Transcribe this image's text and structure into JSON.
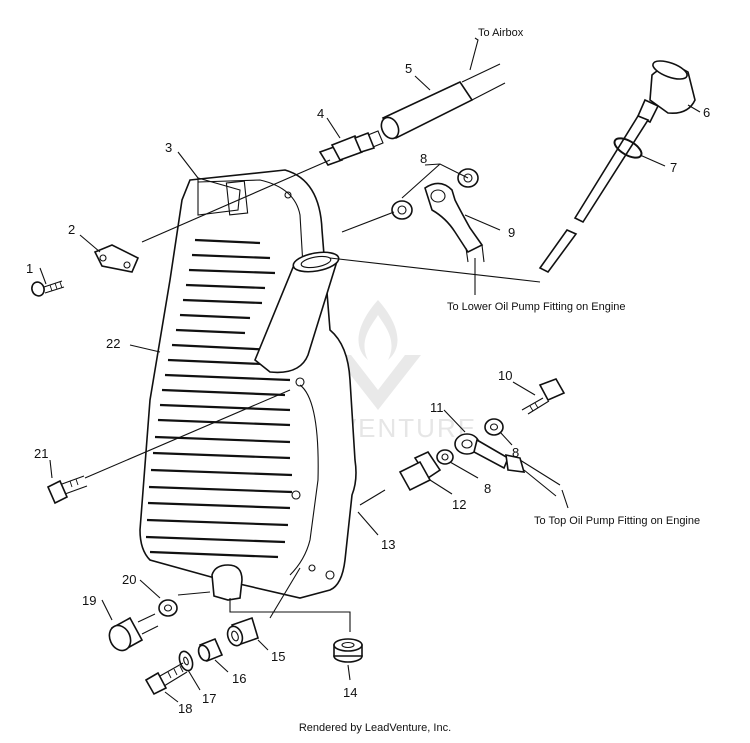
{
  "callouts": {
    "n1": "1",
    "n2": "2",
    "n3": "3",
    "n4": "4",
    "n5": "5",
    "n6": "6",
    "n7": "7",
    "n8a": "8",
    "n8b": "8",
    "n8c": "8",
    "n9": "9",
    "n10": "10",
    "n11": "11",
    "n12": "12",
    "n13": "13",
    "n14": "14",
    "n15": "15",
    "n16": "16",
    "n17": "17",
    "n18": "18",
    "n19": "19",
    "n20": "20",
    "n21": "21",
    "n22": "22"
  },
  "labels": {
    "airbox": "To Airbox",
    "lower_pump": "To Lower Oil Pump Fitting on Engine",
    "top_pump": "To Top Oil Pump Fitting on Engine"
  },
  "watermark": "LEADVENTURE",
  "footer": "Rendered by LeadVenture, Inc."
}
